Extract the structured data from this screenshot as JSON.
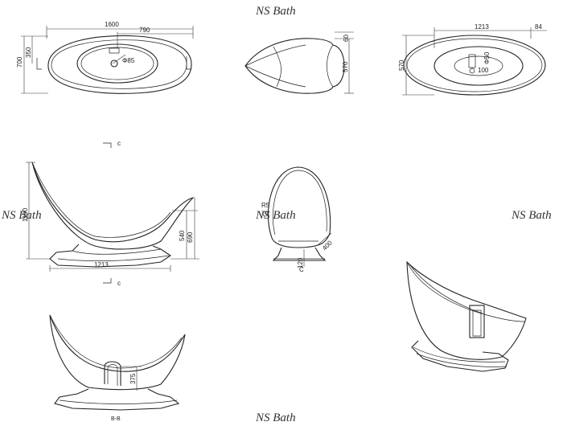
{
  "watermark": "NS Bath",
  "top_view": {
    "length": "1600",
    "half_length": "790",
    "width": "700",
    "drain_offset": "350",
    "drain_dia": "Φ85"
  },
  "end_view_top": {
    "d1": "60",
    "d2": "570"
  },
  "plan_view": {
    "length": "1213",
    "offset": "84",
    "width": "570",
    "dia": "Φ50",
    "d100": "100"
  },
  "section_markers": {
    "top": "c",
    "bottom": "c",
    "side": "C"
  },
  "side_view": {
    "height": "1100",
    "inner_depth": "540",
    "rim_height": "690",
    "base_length": "1213"
  },
  "front_view": {
    "r": "R5",
    "base_width": "400",
    "base_height": "120"
  },
  "section_view": {
    "drain_height": "375",
    "label": "B-B"
  }
}
